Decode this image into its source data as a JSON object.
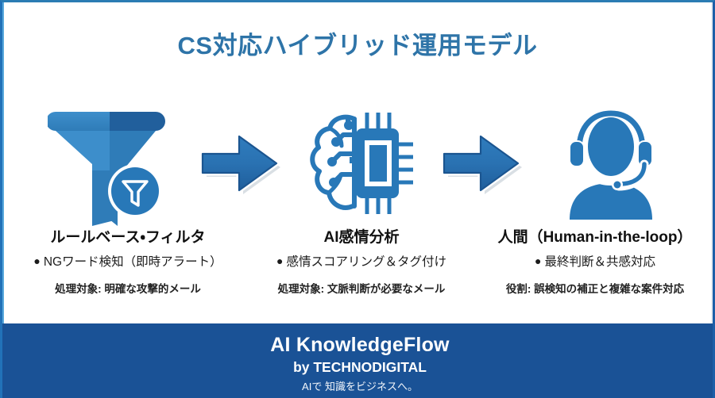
{
  "slide": {
    "title": "CS対応ハイブリッド運用モデル",
    "accent_color": "#2e74a8",
    "footer_bg": "#1a5296",
    "icon_blue": "#2878b8",
    "icon_blue_dark": "#1f5f9e",
    "border_color": "#2272b8"
  },
  "steps": [
    {
      "icon": "funnel-filter-icon",
      "heading": "ルールベース・フィルタ",
      "bullet": "NGワード検知（即時アラート）",
      "note": "処理対象: 明確な攻撃的メール"
    },
    {
      "icon": "ai-brain-chip-icon",
      "heading": "AI感情分析",
      "bullet": "感情スコアリング＆タグ付け",
      "note": "処理対象: 文脈判断が必要なメール"
    },
    {
      "icon": "headset-agent-icon",
      "heading": "人間（Human-in-the-loop）",
      "bullet": "最終判断＆共感対応",
      "note": "役割: 誤検知の補正と複雑な案件対応"
    }
  ],
  "arrows": [
    {
      "name": "flow-arrow-1"
    },
    {
      "name": "flow-arrow-2"
    }
  ],
  "footer": {
    "title": "AI KnowledgeFlow",
    "subtitle": "by TECHNODIGITAL",
    "tagline": "AIで 知識をビジネスへ。"
  }
}
